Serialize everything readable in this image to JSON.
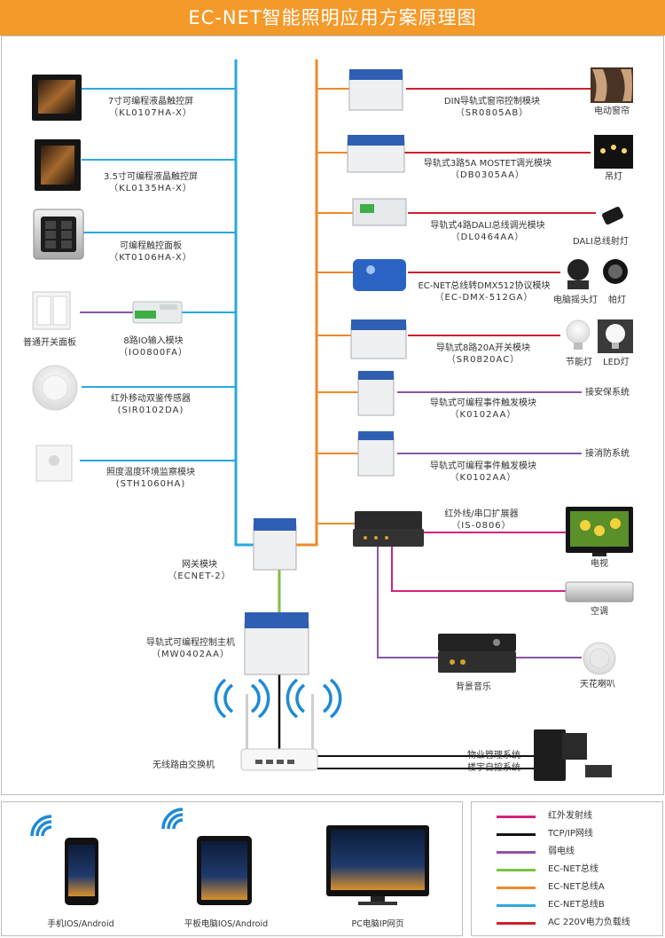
{
  "title": "EC-NET智能照明应用方案原理图",
  "colors": {
    "ir": "#d4237a",
    "tcp": "#111111",
    "weak": "#8a55a8",
    "ecnet": "#7dc142",
    "ecnetA": "#f0892a",
    "ecnetB": "#2aa7e0",
    "ac220": "#cf1f2e",
    "accent": "#f39a2a"
  },
  "left_devices": [
    {
      "name": "7寸可编程液晶触控屏",
      "code": "（KL0107HA-X）"
    },
    {
      "name": "3.5寸可编程液晶触控屏",
      "code": "（KL0135HA-X）"
    },
    {
      "name": "可编程触控面板",
      "code": "（KT0106HA-X）"
    },
    {
      "name": "8路IO输入模块",
      "code": "（IO0800FA）"
    },
    {
      "name": "红外移动双鉴传感器",
      "code": "(SIR0102DA)"
    },
    {
      "name": "照度温度环境监察模块",
      "code": "(STH1060HA)"
    }
  ],
  "switch_panel": "普通开关面板",
  "right_modules": [
    {
      "name": "DIN导轨式窗帘控制模块",
      "code": "（SR0805AB）"
    },
    {
      "name": "导轨式3路5A MOSTET调光模块",
      "code": "（DB0305AA）"
    },
    {
      "name": "导轨式4路DALI总线调光模块",
      "code": "（DL0464AA）"
    },
    {
      "name": "EC-NET总线转DMX512协议模块",
      "code": "（EC-DMX-512GA）"
    },
    {
      "name": "导轨式8路20A开关模块",
      "code": "（SR0820AC）"
    },
    {
      "name": "导轨式可编程事件触发模块",
      "code": "（K0102AA）"
    },
    {
      "name": "导轨式可编程事件触发模块",
      "code": "（K0102AA）"
    }
  ],
  "right_loads": {
    "curtain": "电动窗帘",
    "chandelier": "吊灯",
    "dali_spot": "DALI总线射灯",
    "moving_head": "电脑摇头灯",
    "par": "帕灯",
    "eco_lamp": "节能灯",
    "led_lamp": "LED灯",
    "security": "接安保系统",
    "fire": "接消防系统"
  },
  "ir_expander": {
    "name": "红外线/串口扩展器",
    "code": "（IS-0806）"
  },
  "tv": "电视",
  "ac": "空调",
  "bg_music": "背景音乐",
  "ceiling_speaker": "天花喇叭",
  "gateway": {
    "name": "网关模块",
    "code": "（ECNET-2）"
  },
  "controller": {
    "name": "导轨式可编程控制主机",
    "code": "（MW0402AA）"
  },
  "router": "无线路由交换机",
  "property_mgmt": "物业管理系统",
  "building_auto": "楼宇自控系统",
  "bottom_devices": {
    "phone": "手机IOS/Android",
    "tablet": "平板电脑IOS/Android",
    "pc": "PC电脑IP网页"
  },
  "legend": [
    {
      "label": "红外发射线",
      "color": "#d4237a"
    },
    {
      "label": "TCP/IP网线",
      "color": "#111111"
    },
    {
      "label": "弱电线",
      "color": "#8a55a8"
    },
    {
      "label": "EC-NET总线",
      "color": "#7dc142"
    },
    {
      "label": "EC-NET总线A",
      "color": "#f0892a"
    },
    {
      "label": "EC-NET总线B",
      "color": "#2aa7e0"
    },
    {
      "label": "AC 220V电力负载线",
      "color": "#cf1f2e"
    }
  ]
}
